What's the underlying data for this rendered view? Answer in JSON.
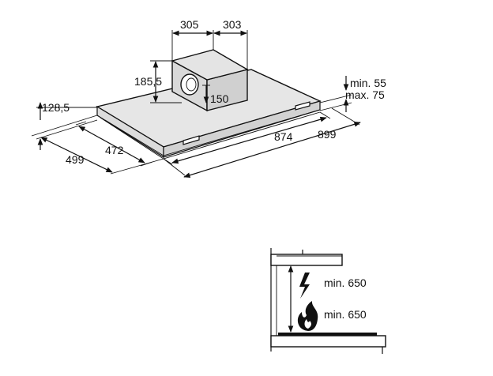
{
  "hood": {
    "duct_width_left": "305",
    "duct_width_right": "303",
    "duct_height": "185,5",
    "outlet_diameter": "150",
    "total_height": "128,5",
    "min_label": "min. 55",
    "max_label": "max. 75",
    "depth_outer": "499",
    "depth_inner": "472",
    "width_inner": "874",
    "width_outer": "899"
  },
  "clearance": {
    "electric_label": "min. 650",
    "gas_label": "min. 650"
  },
  "colors": {
    "fill_gray": "#e6e6e6",
    "stroke": "#111111"
  }
}
